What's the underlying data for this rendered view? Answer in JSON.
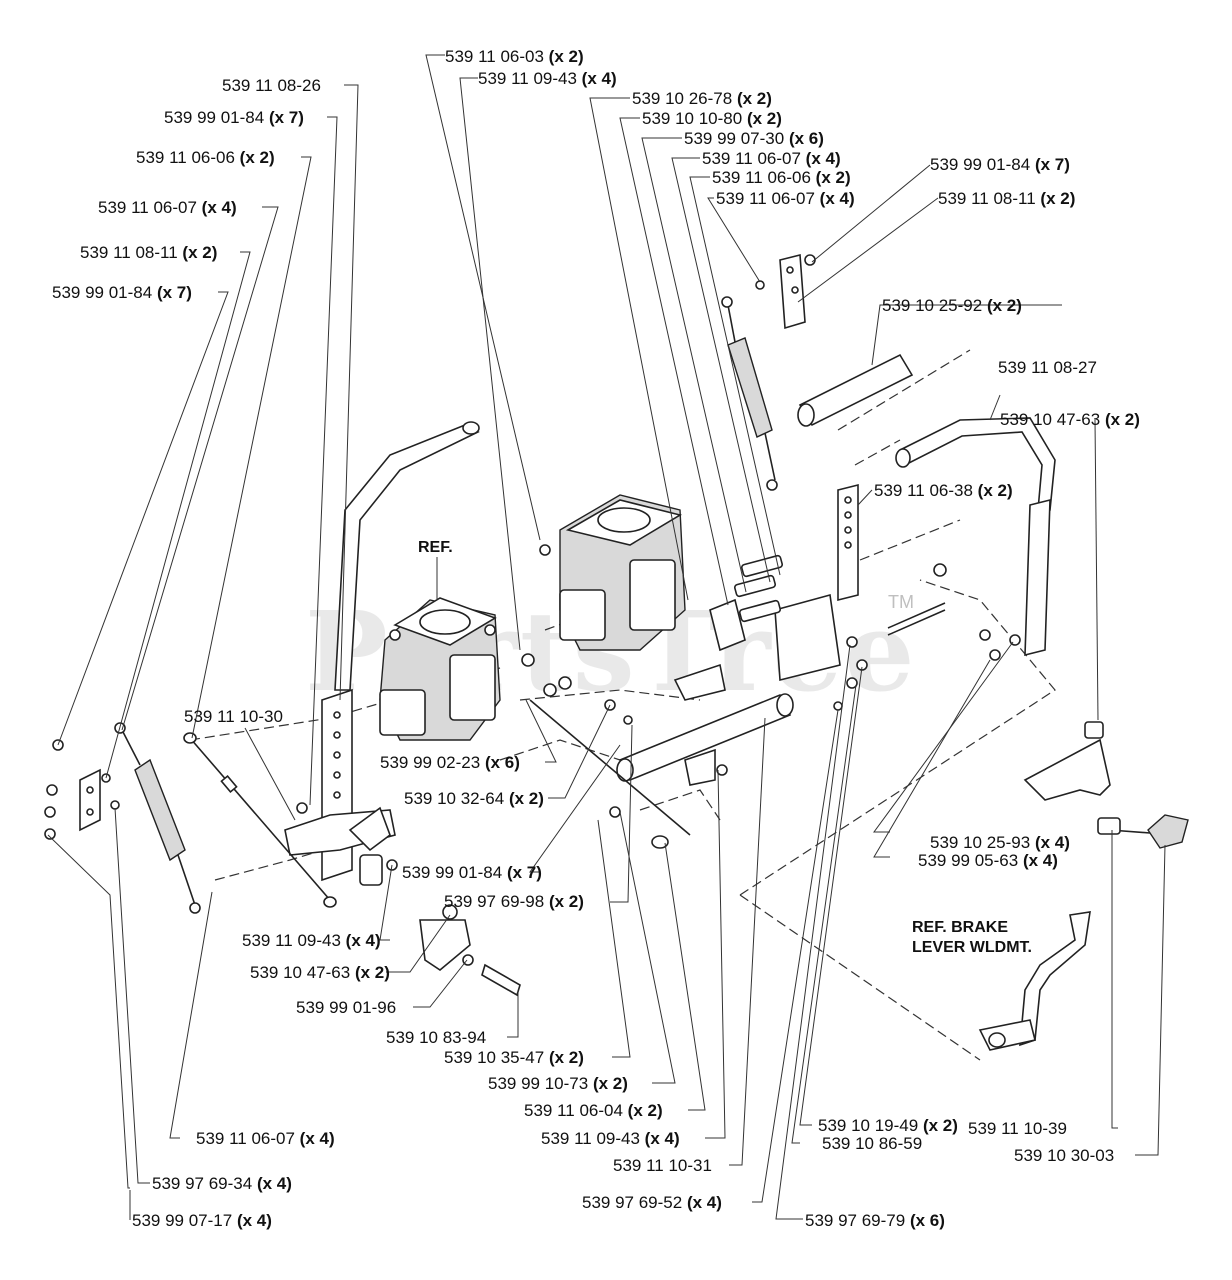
{
  "watermark": {
    "text": "PartsTree",
    "tm": "TM"
  },
  "refs": {
    "ref1": "REF.",
    "brake_line1": "REF. BRAKE",
    "brake_line2": "LEVER WLDMT."
  },
  "labels": [
    {
      "num": "539 11 06-03",
      "qty": "(x 2)"
    },
    {
      "num": "539 11 09-43",
      "qty": "(x 4)"
    },
    {
      "num": "539 10 26-78",
      "qty": "(x 2)"
    },
    {
      "num": "539 10 10-80",
      "qty": "(x 2)"
    },
    {
      "num": "539 99 07-30",
      "qty": "(x 6)"
    },
    {
      "num": "539 11 06-07",
      "qty": "(x 4)"
    },
    {
      "num": "539 11 06-06",
      "qty": "(x 2)"
    },
    {
      "num": "539 11 06-07",
      "qty": "(x 4)"
    },
    {
      "num": "539 99 01-84",
      "qty": "(x 7)"
    },
    {
      "num": "539 11 08-11",
      "qty": "(x 2)"
    },
    {
      "num": "539 11 08-26",
      "qty": ""
    },
    {
      "num": "539 99 01-84",
      "qty": "(x 7)"
    },
    {
      "num": "539 11 06-06",
      "qty": "(x 2)"
    },
    {
      "num": "539 11 06-07",
      "qty": "(x 4)"
    },
    {
      "num": "539 11 08-11",
      "qty": "(x 2)"
    },
    {
      "num": "539 99 01-84",
      "qty": "(x 7)"
    },
    {
      "num": "539 10 25-92",
      "qty": "(x 2)"
    },
    {
      "num": "539 11 08-27",
      "qty": ""
    },
    {
      "num": "539 10 47-63",
      "qty": "(x 2)"
    },
    {
      "num": "539 11 06-38",
      "qty": "(x 2)"
    },
    {
      "num": "539 11 10-30",
      "qty": ""
    },
    {
      "num": "539 99 02-23",
      "qty": "(x 6)"
    },
    {
      "num": "539 10 32-64",
      "qty": "(x 2)"
    },
    {
      "num": "539 99 01-84",
      "qty": "(x 7)"
    },
    {
      "num": "539 97 69-98",
      "qty": "(x 2)"
    },
    {
      "num": "539 11 09-43",
      "qty": "(x 4)"
    },
    {
      "num": "539 10 47-63",
      "qty": "(x 2)"
    },
    {
      "num": "539 99 01-96",
      "qty": ""
    },
    {
      "num": "539 10 83-94",
      "qty": ""
    },
    {
      "num": "539 10 35-47",
      "qty": "(x 2)"
    },
    {
      "num": "539 99 10-73",
      "qty": "(x 2)"
    },
    {
      "num": "539 11 06-04",
      "qty": "(x 2)"
    },
    {
      "num": "539 11 09-43",
      "qty": "(x 4)"
    },
    {
      "num": "539 11 10-31",
      "qty": ""
    },
    {
      "num": "539 10 25-93",
      "qty": "(x 4)"
    },
    {
      "num": "539 99 05-63",
      "qty": "(x 4)"
    },
    {
      "num": "539 10 19-49",
      "qty": "(x 2)"
    },
    {
      "num": "539 10 86-59",
      "qty": ""
    },
    {
      "num": "539 11 10-39",
      "qty": ""
    },
    {
      "num": "539 10 30-03",
      "qty": ""
    },
    {
      "num": "539 11 06-07",
      "qty": "(x 4)"
    },
    {
      "num": "539 97 69-34",
      "qty": "(x 4)"
    },
    {
      "num": "539 99 07-17",
      "qty": "(x 4)"
    },
    {
      "num": "539 97 69-52",
      "qty": "(x 4)"
    },
    {
      "num": "539 97 69-79",
      "qty": "(x 6)"
    }
  ]
}
